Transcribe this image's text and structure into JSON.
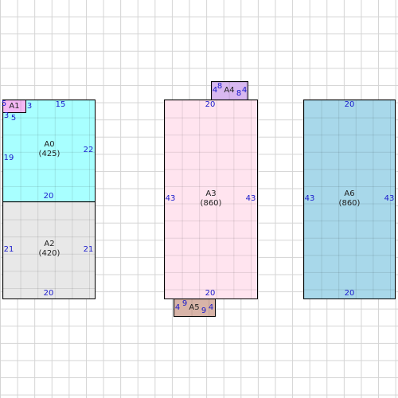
{
  "rooms": [
    {
      "id": "A0",
      "name": "A0",
      "area": "(425)",
      "color": "#a8ffff",
      "dims": {
        "top": "15",
        "left": "19",
        "right": "22",
        "bottom": "20"
      }
    },
    {
      "id": "A1",
      "name": "A1",
      "color": "#f4b8f4",
      "dims": {
        "left": "5",
        "right": "3",
        "bottom_left": "3",
        "bottom_right": "5"
      }
    },
    {
      "id": "A2",
      "name": "A2",
      "area": "(420)",
      "color": "#e8e8e8",
      "dims": {
        "left": "21",
        "right": "21",
        "bottom": "20"
      }
    },
    {
      "id": "A3",
      "name": "A3",
      "area": "(860)",
      "color": "#ffe4ef",
      "dims": {
        "top": "20",
        "left": "43",
        "right": "43",
        "bottom": "20"
      }
    },
    {
      "id": "A4",
      "name": "A4",
      "color": "#d8b8f0",
      "dims": {
        "top_left": "8",
        "left": "4",
        "right": "4",
        "bottom_right": "8"
      }
    },
    {
      "id": "A5",
      "name": "A5",
      "color": "#d8b4a8",
      "dims": {
        "top_left": "9",
        "left": "4",
        "right": "4",
        "bottom_right": "9"
      }
    },
    {
      "id": "A6",
      "name": "A6",
      "area": "(860)",
      "color": "#a8d8ea",
      "dims": {
        "top": "20",
        "left": "43",
        "right": "43",
        "bottom": "20"
      }
    }
  ]
}
